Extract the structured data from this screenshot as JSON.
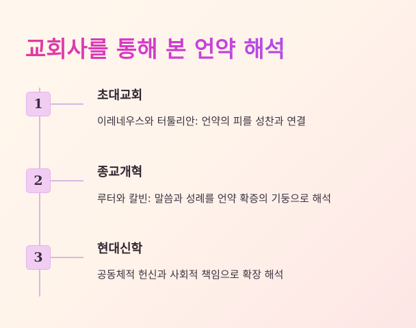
{
  "title": "교회사를 통해 본 언약 해석",
  "steps": [
    {
      "number": "1",
      "heading": "초대교회",
      "description": "이레네우스와 터툴리안: 언약의 피를 성찬과 연결"
    },
    {
      "number": "2",
      "heading": "종교개혁",
      "description": "루터와 칼빈: 말씀과 성례를 언약 확증의 기둥으로 해석"
    },
    {
      "number": "3",
      "heading": "현대신학",
      "description": "공동체적 헌신과 사회적 책임으로 확장 해석"
    }
  ],
  "colors": {
    "title_gradient_start": "#e3399e",
    "title_gradient_end": "#b24ce8",
    "box_fill": "#f1cdf4",
    "line": "#d8b8e4"
  }
}
